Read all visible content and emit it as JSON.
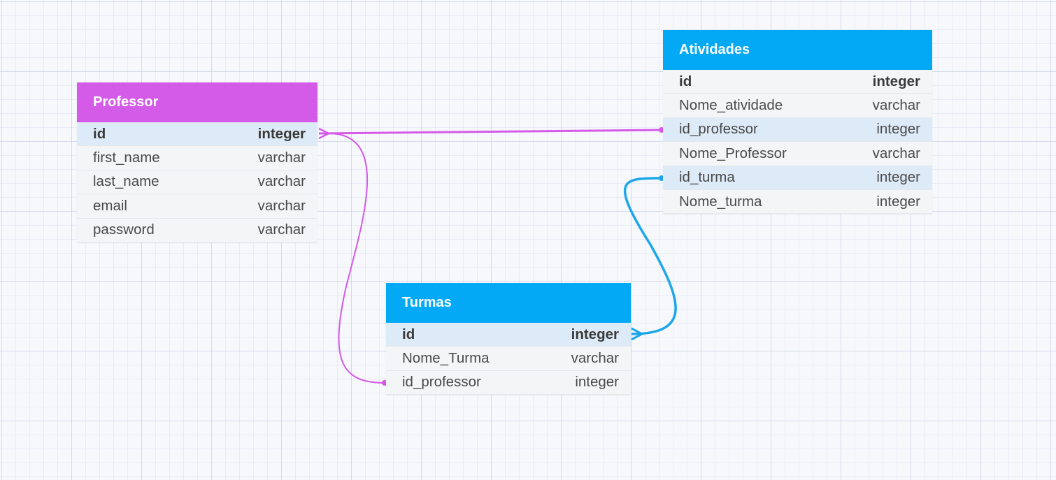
{
  "colors": {
    "professor_header": "#d45ae8",
    "blue_header": "#03a9f4",
    "pink_link": "#d45ae8",
    "blue_link": "#1ea7e8"
  },
  "tables": {
    "professor": {
      "title": "Professor",
      "fields": [
        {
          "name": "id",
          "type": "integer"
        },
        {
          "name": "first_name",
          "type": "varchar"
        },
        {
          "name": "last_name",
          "type": "varchar"
        },
        {
          "name": "email",
          "type": "varchar"
        },
        {
          "name": "password",
          "type": "varchar"
        }
      ]
    },
    "atividades": {
      "title": "Atividades",
      "fields": [
        {
          "name": "id",
          "type": "integer"
        },
        {
          "name": "Nome_atividade",
          "type": "varchar"
        },
        {
          "name": "id_professor",
          "type": "integer"
        },
        {
          "name": "Nome_Professor",
          "type": "varchar"
        },
        {
          "name": "id_turma",
          "type": "integer"
        },
        {
          "name": "Nome_turma",
          "type": "integer"
        }
      ]
    },
    "turmas": {
      "title": "Turmas",
      "fields": [
        {
          "name": "id",
          "type": "integer"
        },
        {
          "name": "Nome_Turma",
          "type": "varchar"
        },
        {
          "name": "id_professor",
          "type": "integer"
        }
      ]
    }
  },
  "relations": [
    {
      "from": "Professor.id",
      "to": "Atividades.id_professor",
      "from_end": "many",
      "to_end": "one"
    },
    {
      "from": "Professor.id",
      "to": "Turmas.id_professor",
      "from_end": "many",
      "to_end": "one"
    },
    {
      "from": "Turmas.id",
      "to": "Atividades.id_turma",
      "from_end": "many",
      "to_end": "one"
    }
  ]
}
